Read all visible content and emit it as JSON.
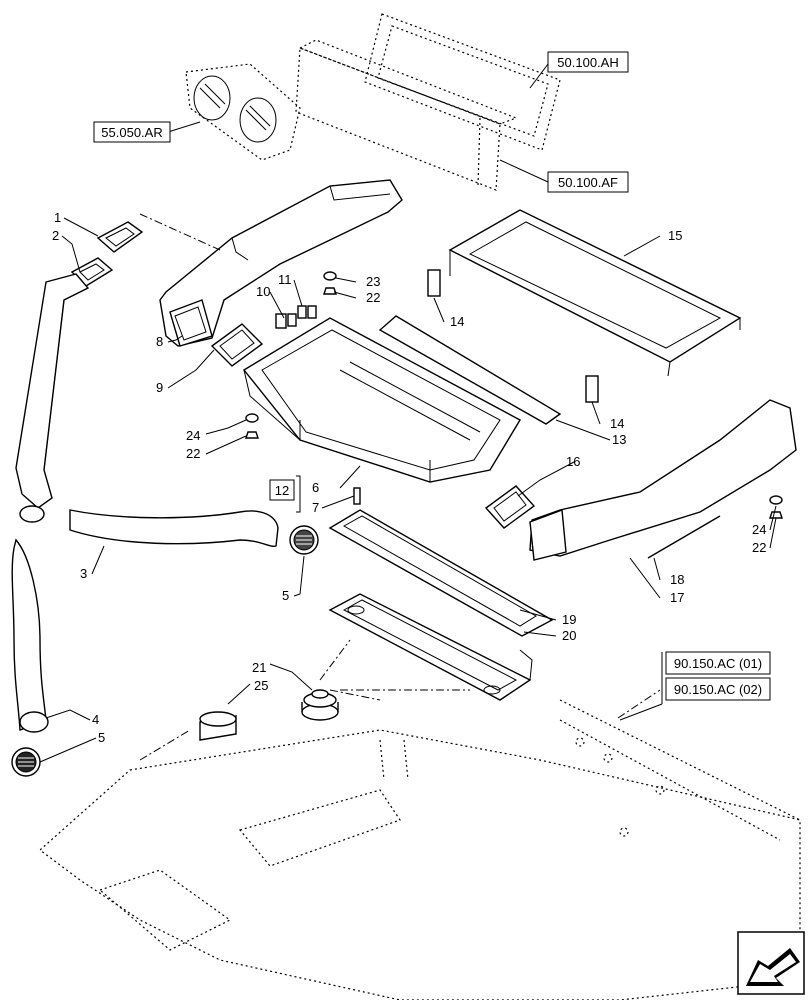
{
  "callouts": {
    "c1": "1",
    "c2": "2",
    "c3": "3",
    "c4": "4",
    "c5a": "5",
    "c5b": "5",
    "c6": "6",
    "c7": "7",
    "c8": "8",
    "c9": "9",
    "c10": "10",
    "c11": "11",
    "c12": "12",
    "c13": "13",
    "c14a": "14",
    "c14b": "14",
    "c15": "15",
    "c16": "16",
    "c17": "17",
    "c18": "18",
    "c19": "19",
    "c20": "20",
    "c21": "21",
    "c22a": "22",
    "c22b": "22",
    "c22c": "22",
    "c23": "23",
    "c24a": "24",
    "c24b": "24",
    "c25": "25"
  },
  "references": {
    "ref_50_100_ah": "50.100.AH",
    "ref_55_050_ar": "55.050.AR",
    "ref_50_100_af": "50.100.AF",
    "ref_90_150_ac_01": "90.150.AC (01)",
    "ref_90_150_ac_02": "90.150.AC (02)"
  },
  "colors": {
    "line": "#000000",
    "background": "#ffffff"
  },
  "icons": {
    "nav_arrow": "next-page-arrow-icon"
  }
}
